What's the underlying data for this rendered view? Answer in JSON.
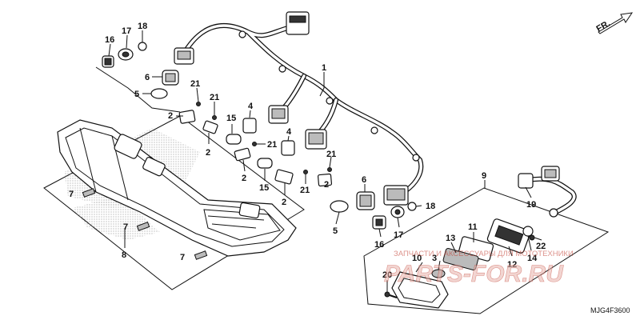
{
  "diagram": {
    "direction_label": "FR.",
    "code": "MJG4F3600",
    "watermark_line1": "ЗАПЧАСТИ И АКСЕССУАРЫ ДЛЯ МОТОТЕХНИКИ",
    "watermark_logo": "PARTS-FOR.RU",
    "callouts": [
      "1",
      "2",
      "3",
      "4",
      "5",
      "6",
      "7",
      "8",
      "9",
      "10",
      "11",
      "12",
      "13",
      "14",
      "15",
      "16",
      "17",
      "18",
      "19",
      "20",
      "21",
      "22"
    ]
  }
}
